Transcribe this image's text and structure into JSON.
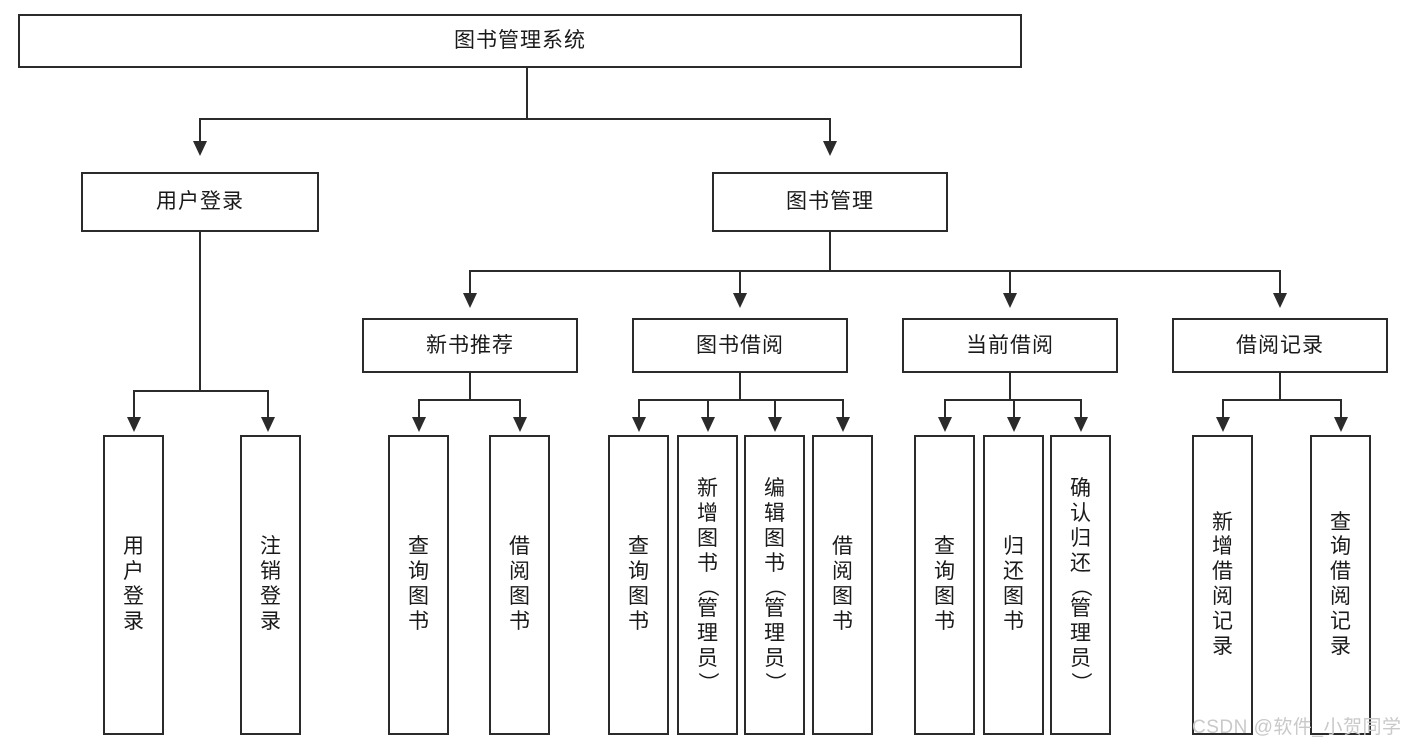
{
  "diagram": {
    "title": "图书管理系统",
    "type": "hierarchy-tree",
    "root": {
      "label": "图书管理系统"
    },
    "level1": [
      {
        "label": "用户登录"
      },
      {
        "label": "图书管理"
      }
    ],
    "level2": [
      {
        "label": "新书推荐"
      },
      {
        "label": "图书借阅"
      },
      {
        "label": "当前借阅"
      },
      {
        "label": "借阅记录"
      }
    ],
    "leaves": [
      {
        "label": "用户登录",
        "parent": "用户登录"
      },
      {
        "label": "注销登录",
        "parent": "用户登录"
      },
      {
        "label": "查询图书",
        "parent": "新书推荐"
      },
      {
        "label": "借阅图书",
        "parent": "新书推荐"
      },
      {
        "label": "查询图书",
        "parent": "图书借阅"
      },
      {
        "label": "新增图书（管理员）",
        "parent": "图书借阅"
      },
      {
        "label": "编辑图书（管理员）",
        "parent": "图书借阅"
      },
      {
        "label": "借阅图书",
        "parent": "图书借阅"
      },
      {
        "label": "查询图书",
        "parent": "当前借阅"
      },
      {
        "label": "归还图书",
        "parent": "当前借阅"
      },
      {
        "label": "确认归还（管理员）",
        "parent": "当前借阅"
      },
      {
        "label": "新增借阅记录",
        "parent": "借阅记录"
      },
      {
        "label": "查询借阅记录",
        "parent": "借阅记录"
      }
    ]
  },
  "watermark": {
    "text": "CSDN @软件_小贺同学"
  },
  "colors": {
    "stroke": "#2b2b2b",
    "background": "#ffffff",
    "text": "#1a1a1a",
    "watermark": "#c9c9c9"
  }
}
